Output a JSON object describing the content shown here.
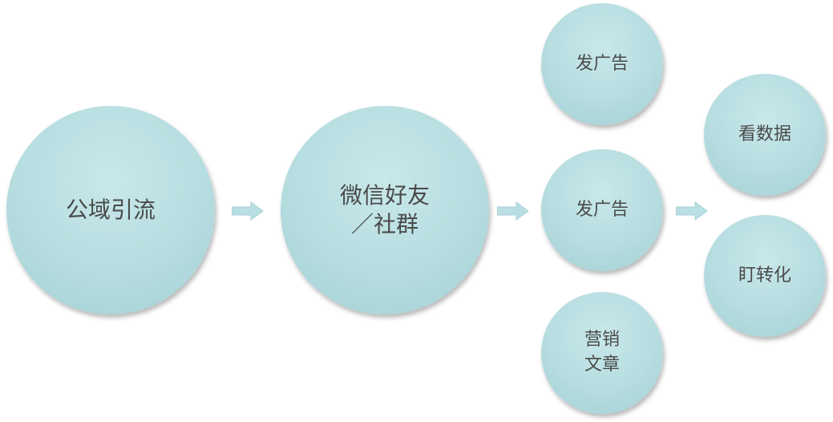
{
  "diagram": {
    "nodes": [
      {
        "id": "n1",
        "label": "公域引流"
      },
      {
        "id": "n2",
        "label": "微信好友\n／社群"
      },
      {
        "id": "n3",
        "label": "发广告"
      },
      {
        "id": "n4",
        "label": "发广告"
      },
      {
        "id": "n5",
        "label": "营销\n文章"
      },
      {
        "id": "n6",
        "label": "看数据"
      },
      {
        "id": "n7",
        "label": "盯转化"
      }
    ],
    "colors": {
      "node_fill": "#b6dde0",
      "arrow_fill": "#b9dfe2",
      "text": "#4a4a4a"
    }
  }
}
